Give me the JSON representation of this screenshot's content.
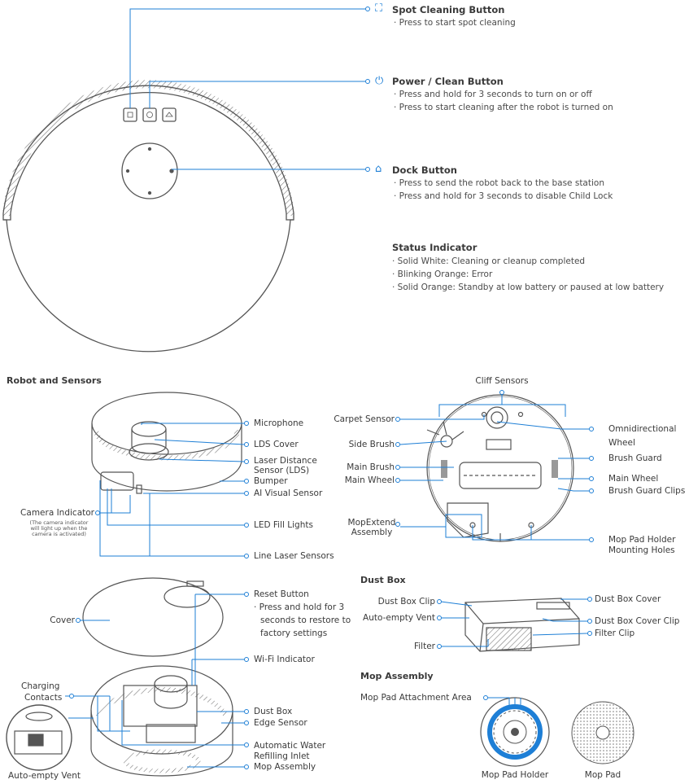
{
  "top": {
    "spot": {
      "title": "Spot Cleaning Button",
      "lines": [
        "· Press to start spot cleaning"
      ]
    },
    "power": {
      "title": "Power / Clean Button",
      "lines": [
        "· Press and hold for 3 seconds to turn on or off",
        "· Press to start cleaning after the robot is turned on"
      ]
    },
    "dock": {
      "title": "Dock Button",
      "lines": [
        "· Press to send the robot back to the base station",
        "· Press and hold for 3 seconds to disable Child Lock"
      ]
    },
    "status": {
      "title": "Status Indicator",
      "lines": [
        "· Solid White: Cleaning or cleanup completed",
        "· Blinking Orange: Error",
        "· Solid Orange: Standby at low battery or paused at low battery"
      ]
    }
  },
  "section_titles": {
    "robot_sensors": "Robot and Sensors",
    "dust_box": "Dust Box",
    "mop_assembly": "Mop Assembly"
  },
  "robot_sensors": {
    "microphone": "Microphone",
    "lds_cover": "LDS Cover",
    "lds_1": "Laser Distance",
    "lds_2": "Sensor (LDS)",
    "bumper": "Bumper",
    "ai_sensor": "AI Visual Sensor",
    "camera_indicator": "Camera Indicator",
    "camera_note_1": "(The camera indicator",
    "camera_note_2": "will light up when the",
    "camera_note_3": "camera is activated)",
    "led": "LED Fill Lights",
    "line_laser": "Line Laser Sensors"
  },
  "bottom_view": {
    "cliff": "Cliff Sensors",
    "carpet": "Carpet Sensor",
    "side_brush": "Side Brush",
    "main_brush": "Main Brush",
    "main_wheel_left": "Main Wheel",
    "mopextend_1": "MopExtend",
    "mopextend_2": "Assembly",
    "omni_1": "Omnidirectional",
    "omni_2": "Wheel",
    "brush_guard": "Brush Guard",
    "main_wheel_right": "Main Wheel",
    "brush_guard_clips": "Brush Guard Clips",
    "mop_holes_1": "Mop Pad Holder",
    "mop_holes_2": "Mounting Holes"
  },
  "exploded": {
    "cover": "Cover",
    "reset": "Reset Button",
    "reset_1": "· Press and hold for 3",
    "reset_2": "seconds to restore to",
    "reset_3": "factory settings",
    "wifi": "Wi-Fi Indicator",
    "charging_1": "Charging",
    "charging_2": "Contacts",
    "dust_box": "Dust Box",
    "edge": "Edge Sensor",
    "water_1": "Automatic Water",
    "water_2": "Refilling Inlet",
    "mop_assembly": "Mop Assembly",
    "auto_vent": "Auto-empty Vent"
  },
  "dust_box": {
    "clip": "Dust Box Clip",
    "vent": "Auto-empty Vent",
    "filter": "Filter",
    "cover": "Dust Box Cover",
    "cover_clip": "Dust Box Cover Clip",
    "filter_clip": "Filter Clip"
  },
  "mop": {
    "attachment": "Mop Pad Attachment Area",
    "holder": "Mop Pad Holder",
    "pad": "Mop Pad"
  },
  "colors": {
    "accent": "#1e7fd6",
    "line": "#555555"
  }
}
